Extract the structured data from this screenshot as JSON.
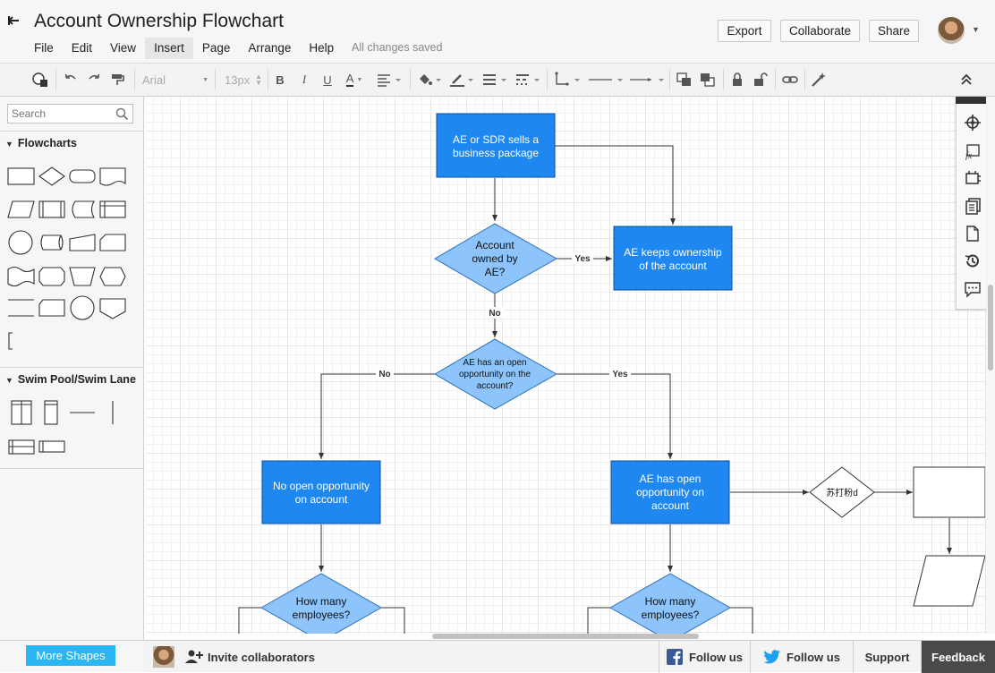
{
  "header": {
    "title": "Account Ownership Flowchart",
    "menu": [
      "File",
      "Edit",
      "View",
      "Insert",
      "Page",
      "Arrange",
      "Help"
    ],
    "active_menu": "Insert",
    "save_status": "All changes saved",
    "export_label": "Export",
    "collaborate_label": "Collaborate",
    "share_label": "Share"
  },
  "toolbar": {
    "font_family": "Arial",
    "font_size": "13px",
    "bold_label": "B",
    "italic_label": "I",
    "underline_label": "U",
    "font_color_label": "A"
  },
  "sidebar": {
    "search_placeholder": "Search",
    "sections": [
      {
        "title": "Flowcharts"
      },
      {
        "title": "Swim Pool/Swim Lane"
      }
    ],
    "more_shapes_label": "More Shapes"
  },
  "diagram": {
    "nodes": {
      "start": {
        "lines": [
          "AE or SDR sells a",
          "business package"
        ]
      },
      "owned": {
        "lines": [
          "Account",
          "owned by",
          "AE?"
        ]
      },
      "keeps": {
        "lines": [
          "AE keeps ownership",
          "of the account"
        ]
      },
      "open_opp_q": {
        "lines": [
          "AE has an open",
          "opportunity on the",
          "account?"
        ]
      },
      "no_opp": {
        "lines": [
          "No open opportunity",
          "on account"
        ]
      },
      "has_opp": {
        "lines": [
          "AE has open",
          "opportunity on",
          "account"
        ]
      },
      "d_small": {
        "lines": [
          "苏打粉d"
        ]
      },
      "emp_left": {
        "lines": [
          "How many",
          "employees?"
        ]
      },
      "emp_right": {
        "lines": [
          "How many",
          "employees?"
        ]
      }
    },
    "edge_labels": {
      "yes1": "Yes",
      "no1": "No",
      "no2": "No",
      "yes2": "Yes"
    }
  },
  "footer": {
    "invite_label": "Invite collaborators",
    "follow_facebook": "Follow us",
    "follow_twitter": "Follow us",
    "support_label": "Support",
    "feedback_label": "Feedback"
  },
  "colors": {
    "process_fill": "#1f87f0",
    "decision_fill": "#8cc4fb",
    "accent": "#29b6f2",
    "feedback_bg": "#4a4a4a"
  }
}
